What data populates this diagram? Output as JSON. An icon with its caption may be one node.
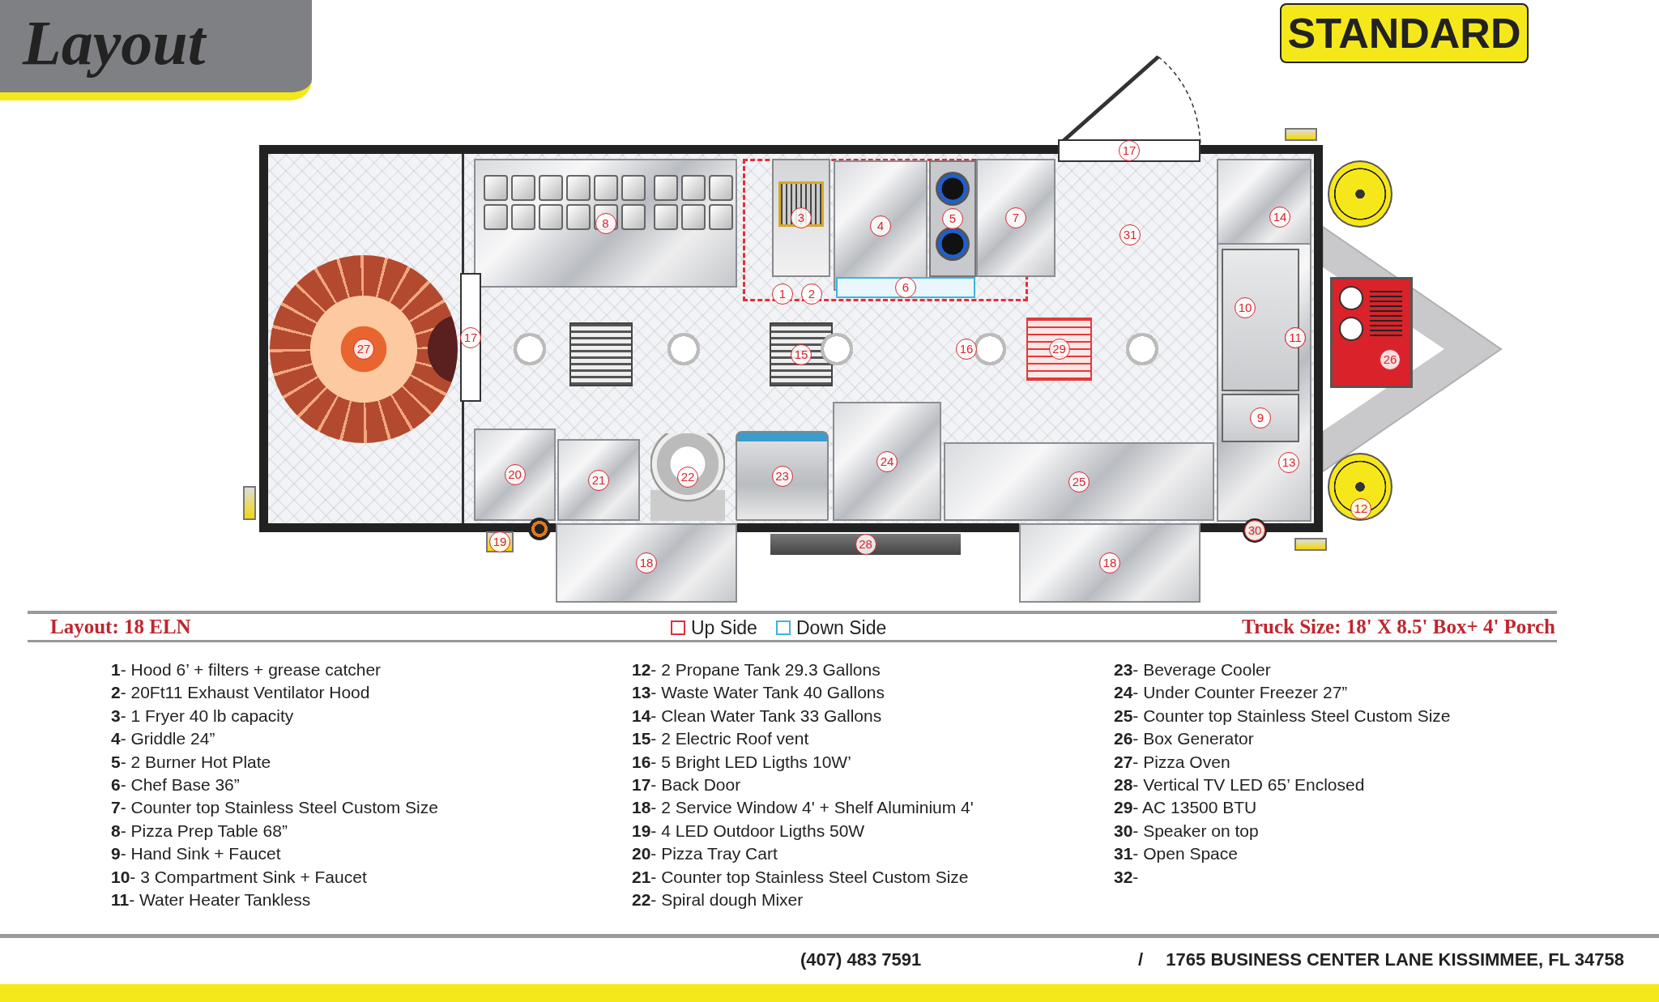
{
  "diagram": {
    "nodes": [
      {
        "text": [
          "17"
        ]
      },
      {
        "text": [
          "8"
        ]
      },
      {
        "text": [
          "3"
        ]
      },
      {
        "text": [
          "4"
        ]
      },
      {
        "text": [
          "5"
        ]
      },
      {
        "text": [
          "7"
        ]
      },
      {
        "text": [
          "14"
        ]
      },
      {
        "text": [
          "31"
        ]
      },
      {
        "text": [
          "1"
        ]
      },
      {
        "text": [
          "2"
        ]
      },
      {
        "text": [
          "6"
        ]
      },
      {
        "text": [
          "10"
        ]
      },
      {
        "text": [
          "11"
        ]
      },
      {
        "text": [
          "17"
        ]
      },
      {
        "text": [
          "27"
        ]
      },
      {
        "text": [
          "15"
        ]
      },
      {
        "text": [
          "16"
        ]
      },
      {
        "text": [
          "29"
        ]
      },
      {
        "text": [
          "26"
        ]
      },
      {
        "text": [
          "9"
        ]
      },
      {
        "text": [
          "13"
        ]
      },
      {
        "text": [
          "20"
        ]
      },
      {
        "text": [
          "21"
        ]
      },
      {
        "text": [
          "22"
        ]
      },
      {
        "text": [
          "23"
        ]
      },
      {
        "text": [
          "24"
        ]
      },
      {
        "text": [
          "25"
        ]
      },
      {
        "text": [
          "12"
        ]
      },
      {
        "text": [
          "30"
        ]
      },
      {
        "text": [
          "19"
        ]
      },
      {
        "text": [
          "18"
        ]
      },
      {
        "text": [
          "28"
        ]
      },
      {
        "text": [
          "18"
        ]
      },
      {
        "text": [],
        "shape": "box"
      },
      {
        "text": [],
        "shape": "circle"
      },
      {
        "text": [],
        "shape": "circle"
      },
      {
        "text": [],
        "shape": "circle"
      },
      {
        "text": [],
        "shape": "circle"
      },
      {
        "text": [],
        "shape": "circle"
      },
      {
        "text": [],
        "shape": "circle"
      },
      {
        "text": [],
        "shape": "box"
      },
      {
        "text": [],
        "shape": "box"
      },
      {
        "text": [],
        "shape": "box"
      }
    ],
    "labels": [
      "Layout",
      "STANDARD",
      "Layout: 18 ELN",
      "Truck Size: 18' X 8.5' Box+ 4' Porch",
      "**1**- Hood 6’ + filters + grease catcher",
      "**2**- 20Ft11 Exhaust Ventilator Hood",
      "**3**- 1 Fryer 40 lb capacity",
      "**4**- Griddle 24”",
      "**5**- 2 Burner Hot Plate",
      "**6**- Chef Base 36”",
      "**7**- Counter top Stainless Steel Custom Size",
      "**8**- Pizza Prep Table 68”",
      "**9**- Hand Sink + Faucet",
      "**10**- 3 Compartment Sink + Faucet",
      "**11**- Water Heater Tankless",
      "**12**- 2 Propane Tank 29.3 Gallons",
      "**13**- Waste Water Tank 40 Gallons",
      "**14**- Clean Water Tank 33 Gallons",
      "**15**- 2 Electric Roof vent",
      "**16**- 5 Bright LED Ligths 10W’",
      "**17**- Back Door",
      "**18**- 2 Service Window 4' + Shelf Aluminium 4'",
      "**19**- 4 LED Outdoor Ligths 50W",
      "**20**- Pizza Tray Cart",
      "**21**- Counter top Stainless Steel Custom Size",
      "**22**- Spiral dough Mixer",
      "**23**- Beverage Cooler",
      "**24**- Under Counter Freezer 27”",
      "**25**- Counter top Stainless Steel Custom Size",
      "**26**- Box Generator",
      "**27**- Pizza Oven",
      "**28**- Vertical TV LED 65’ Enclosed",
      "**29**- AC 13500 BTU",
      "**30**- Speaker on top",
      "**31**- Open Space",
      "**32**-",
      "(407) 483 7591",
      "/",
      "1765 BUSINESS CENTER LANE KISSIMMEE, FL 34758"
    ],
    "legend": [
      {
        "text": "Up Side",
        "color": "#e0303a"
      },
      {
        "text": "Down Side",
        "color": "#3cb4e0"
      }
    ]
  }
}
